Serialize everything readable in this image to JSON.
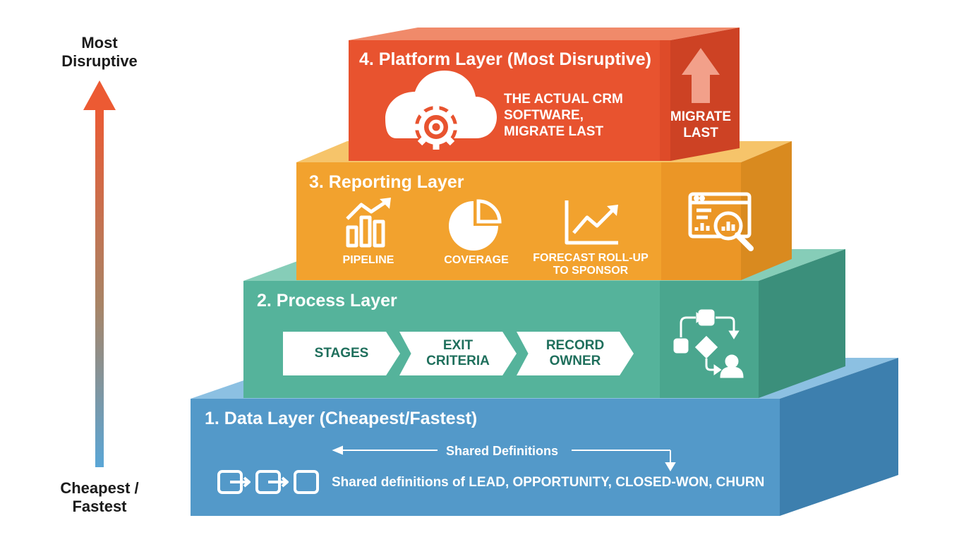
{
  "axis": {
    "top_label": "Most\nDisruptive",
    "bottom_label": "Cheapest /\nFastest"
  },
  "layers": {
    "platform": {
      "title": "4. Platform Layer (Most Disruptive)",
      "description": "THE ACTUAL CRM\nSOFTWARE,\nMIGRATE LAST",
      "side_label": "MIGRATE\nLAST",
      "icons": [
        "cloud-gear-icon",
        "up-arrow-icon"
      ]
    },
    "reporting": {
      "title": "3. Reporting Layer",
      "items": [
        {
          "label": "PIPELINE",
          "icon": "bar-chart-trend-icon"
        },
        {
          "label": "COVERAGE",
          "icon": "pie-chart-icon"
        },
        {
          "label": "FORECAST ROLL-UP\nTO SPONSOR",
          "icon": "line-chart-icon"
        }
      ],
      "side_icon": "dashboard-magnifier-icon"
    },
    "process": {
      "title": "2. Process Layer",
      "steps": [
        "STAGES",
        "EXIT\nCRITERIA",
        "RECORD\nOWNER"
      ],
      "side_icon": "workflow-icon"
    },
    "data": {
      "title": "1. Data Layer (Cheapest/Fastest)",
      "arrow_label": "Shared Definitions",
      "description": "Shared definitions of LEAD, OPPORTUNITY, CLOSED-WON, CHURN",
      "icon": "data-flow-icon"
    }
  },
  "colors": {
    "platform": "#e8532f",
    "reporting": "#f2a22e",
    "process": "#55b39b",
    "data": "#5399c9",
    "axis_top": "#ec5a33",
    "axis_bottom": "#5aa6d6"
  }
}
